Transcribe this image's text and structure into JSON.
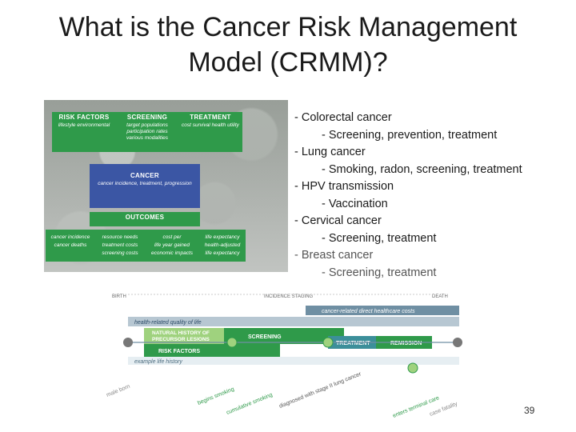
{
  "title": {
    "line1": "What is the Cancer Risk Management",
    "line2": "Model (CRMM)?"
  },
  "crmm_diagram": {
    "risk_factors": {
      "header": "RISK FACTORS",
      "sub": "lifestyle environmental"
    },
    "screening": {
      "header": "SCREENING",
      "sub": "target populations participation rates various modalities"
    },
    "treatment": {
      "header": "TREATMENT",
      "sub": "cost survival health utility"
    },
    "cancer": {
      "header": "CANCER",
      "sub": "cancer incidence, treatment, progression"
    },
    "outcomes": {
      "header": "OUTCOMES"
    },
    "outcome_cells": [
      {
        "a": "cancer incidence",
        "b": "cancer deaths"
      },
      {
        "a": "resource needs",
        "b": "treatment costs",
        "c": "screening costs"
      },
      {
        "a": "cost per",
        "b": "life year gained",
        "c": "economic impacts"
      },
      {
        "a": "life expectancy",
        "b": "health-adjusted",
        "c": "life expectancy"
      }
    ]
  },
  "bullets": [
    {
      "text": "- Colorectal cancer",
      "level": 1
    },
    {
      "text": "- Screening, prevention, treatment",
      "level": 2
    },
    {
      "text": "- Lung cancer",
      "level": 1
    },
    {
      "text": "- Smoking, radon, screening, treatment",
      "level": 2
    },
    {
      "text": "- HPV transmission",
      "level": 1
    },
    {
      "text": "- Vaccination",
      "level": 2
    },
    {
      "text": "- Cervical cancer",
      "level": 1
    },
    {
      "text": "- Screening, treatment",
      "level": 2
    },
    {
      "text": "- Breast cancer",
      "level": 1,
      "muted": true
    },
    {
      "text": "- Screening, treatment",
      "level": 2,
      "muted": true
    }
  ],
  "lifecourse": {
    "birth": "BIRTH",
    "incidence_staging": "INCIDENCE STAGING",
    "death": "DEATH",
    "cancer_costs": "cancer-related direct healthcare costs",
    "hrqol": "health-related quality of life",
    "natural_history_1": "NATURAL HISTORY OF",
    "natural_history_2": "PRECURSOR LESIONS",
    "screening": "SCREENING",
    "treatment": "TREATMENT",
    "remission": "REMISSION",
    "risk_factors": "RISK FACTORS",
    "example_life_history": "example life history",
    "events": [
      "male born",
      "begins smoking",
      "cumulative smoking",
      "diagnosed with stage II lung cancer",
      "enters terminal care",
      "case fatality"
    ]
  },
  "page_number": "39",
  "colors": {
    "green": "#2f9a4a",
    "blue": "#3b56a4",
    "light_green": "#9fd27e",
    "teal_gray": "#6f8fa3"
  }
}
